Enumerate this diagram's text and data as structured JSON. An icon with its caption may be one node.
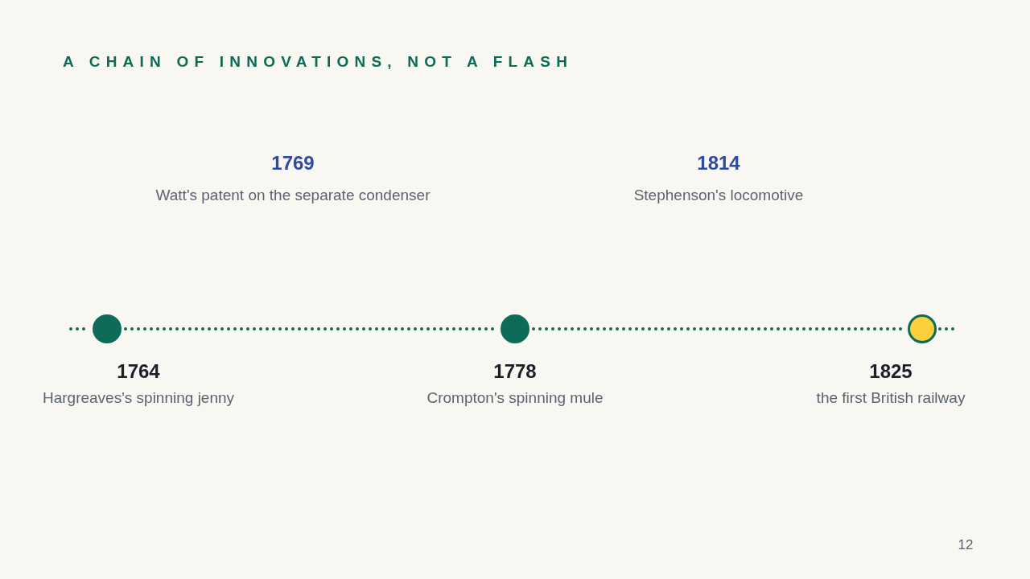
{
  "diagram": {
    "title": "A CHAIN OF INNOVATIONS, NOT A FLASH",
    "nodes": [
      {
        "text": [],
        "shape": "circle",
        "beside": [
          "1764",
          "Hargreaves's spinning jenny"
        ]
      },
      {
        "text": [],
        "shape": "circle",
        "beside": [
          "1778",
          "Crompton's spinning mule"
        ]
      },
      {
        "text": [],
        "shape": "circle",
        "beside": [
          "1825",
          "the first British railway"
        ]
      }
    ],
    "edges": [
      {
        "from": 0,
        "to": 1,
        "arrow": "none",
        "style": "dashed"
      },
      {
        "from": 1,
        "to": 2,
        "arrow": "none",
        "style": "dashed"
      }
    ],
    "labels": [
      "1769",
      "Watt's patent on the separate condenser",
      "1814",
      "Stephenson's locomotive",
      "12"
    ]
  }
}
